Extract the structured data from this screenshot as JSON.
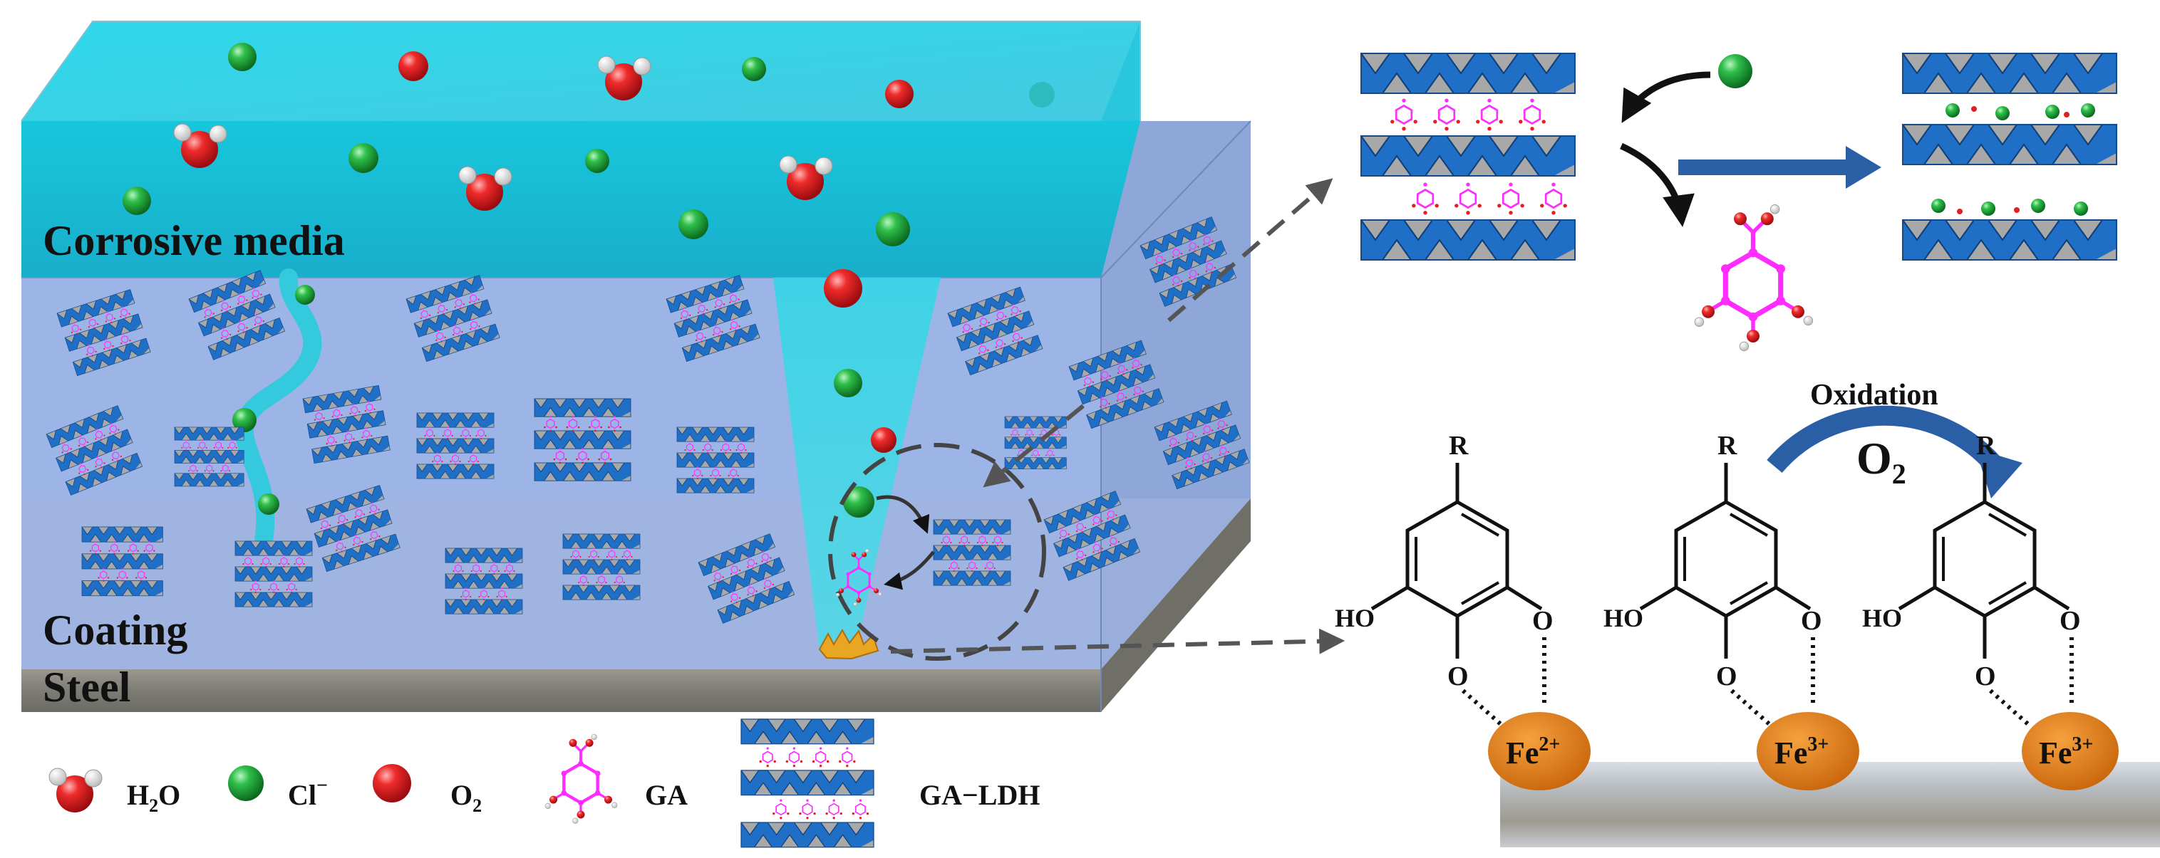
{
  "labels": {
    "corrosive_media": "Corrosive media",
    "coating": "Coating",
    "steel": "Steel",
    "oxidation": "Oxidation",
    "o2_main": "O",
    "o2_sub": "2"
  },
  "legend": {
    "h2o": {
      "main": "H",
      "sub": "2",
      "tail": "O"
    },
    "cl": {
      "main": "Cl",
      "sup": "−"
    },
    "o2": {
      "main": "O",
      "sub": "2"
    },
    "ga": "GA",
    "ga_ldh": "GA−LDH"
  },
  "chemistry": {
    "r": "R",
    "ho": "HO",
    "o": "O",
    "fe_main": "Fe",
    "fe2_charge": "2+",
    "fe3_charge": "3+"
  },
  "colors": {
    "water_top": "#2fd4e4",
    "water_front": "#18bfd6",
    "coating": "#9fb6e6",
    "steel": "#8a8a84",
    "chloride": "#1ea23a",
    "oxygen": "#e41e25",
    "ldh_blue": "#1f6fc6",
    "ldh_gray": "#a8a8a8",
    "ga_magenta": "#ff2cff",
    "fe_orange": "#e07a12",
    "arrow_blue": "#2a5fa6"
  }
}
